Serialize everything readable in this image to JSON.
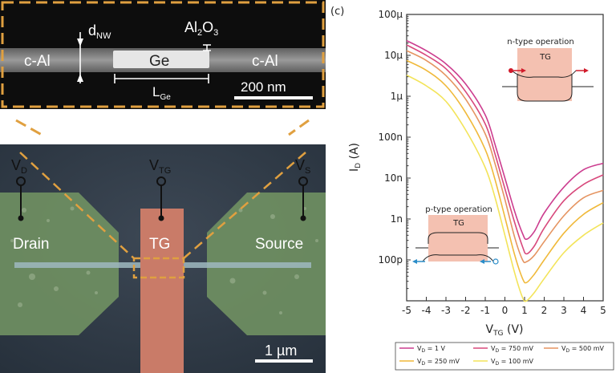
{
  "panel_label": "(c)",
  "tem": {
    "left_label": "c-Al",
    "center_label": "Ge",
    "right_label": "c-Al",
    "diameter_label": "d",
    "diameter_sub": "NW",
    "oxide_label": "Al",
    "oxide_sub": "2",
    "oxide_label2": "O",
    "oxide_sub2": "3",
    "length_label": "L",
    "length_sub": "Ge",
    "scalebar": "200 nm"
  },
  "sem": {
    "vd_label": "V",
    "vd_sub": "D",
    "vtg_label": "V",
    "vtg_sub": "TG",
    "vs_label": "V",
    "vs_sub": "S",
    "drain": "Drain",
    "gate": "TG",
    "source": "Source",
    "scalebar": "1 µm"
  },
  "insets": {
    "n_title": "n-type operation",
    "n_gate": "TG",
    "p_title": "p-type operation",
    "p_gate": "TG"
  },
  "legend": {
    "var": "V",
    "sub": "D",
    "entries": [
      " = 1 V",
      " = 750 mV",
      " = 500 mV",
      " = 250 mV",
      " = 100 mV"
    ]
  },
  "chart_data": {
    "type": "line",
    "xlabel": "V",
    "xlabel_sub": "TG",
    "xlabel_unit": " (V)",
    "ylabel": "I",
    "ylabel_sub": "D",
    "ylabel_unit": " (A)",
    "xlim": [
      -5,
      5
    ],
    "ylim": [
      1e-11,
      0.0001
    ],
    "yscale": "log",
    "xticks": [
      -5,
      -4,
      -3,
      -2,
      -1,
      0,
      1,
      2,
      3,
      4,
      5
    ],
    "yticks": [
      {
        "value": 1e-10,
        "label": "100p"
      },
      {
        "value": 1e-09,
        "label": "1n"
      },
      {
        "value": 1e-08,
        "label": "10n"
      },
      {
        "value": 1e-07,
        "label": "100n"
      },
      {
        "value": 1e-06,
        "label": "1µ"
      },
      {
        "value": 1e-05,
        "label": "10µ"
      },
      {
        "value": 0.0001,
        "label": "100µ"
      }
    ],
    "x": [
      -5,
      -4,
      -3,
      -2,
      -1,
      -0.5,
      0,
      0.5,
      0.9,
      1.1,
      1.5,
      2,
      3,
      4,
      5
    ],
    "series": [
      {
        "color": "#cc3d8f",
        "values": [
          2.3e-05,
          1.3e-05,
          6.2e-06,
          2e-06,
          3.5e-07,
          6.5e-08,
          1e-08,
          1.5e-09,
          4.4e-10,
          3.2e-10,
          5e-10,
          1.4e-09,
          6e-09,
          1.6e-08,
          2.3e-08
        ]
      },
      {
        "color": "#d8497c",
        "values": [
          1.8e-05,
          1e-05,
          4.7e-06,
          1.3e-06,
          2.1e-07,
          3.8e-08,
          5.5e-09,
          8e-10,
          2.1e-10,
          1.4e-10,
          2.2e-10,
          6e-10,
          2.8e-09,
          7e-09,
          1.2e-08
        ]
      },
      {
        "color": "#e59461",
        "values": [
          1.3e-05,
          7.5e-06,
          3.2e-06,
          8.5e-07,
          1.2e-07,
          2.2e-08,
          3e-09,
          3.5e-10,
          1e-10,
          9e-11,
          1.3e-10,
          2.8e-10,
          1.2e-09,
          3.3e-09,
          5e-09
        ]
      },
      {
        "color": "#f0b93a",
        "values": [
          7.5e-06,
          4.3e-06,
          1.8e-06,
          4e-07,
          5e-08,
          9e-09,
          1.1e-09,
          1.3e-10,
          3.5e-11,
          2.8e-11,
          4.5e-11,
          1e-10,
          4.5e-10,
          1.3e-09,
          2.5e-09
        ]
      },
      {
        "color": "#f3e45a",
        "values": [
          3.3e-06,
          1.8e-06,
          7.5e-07,
          1.5e-07,
          1.8e-08,
          3.3e-09,
          4e-10,
          4.7e-11,
          1.2e-11,
          1e-11,
          1.6e-11,
          3.5e-11,
          1.5e-10,
          4e-10,
          8e-10
        ]
      }
    ]
  }
}
